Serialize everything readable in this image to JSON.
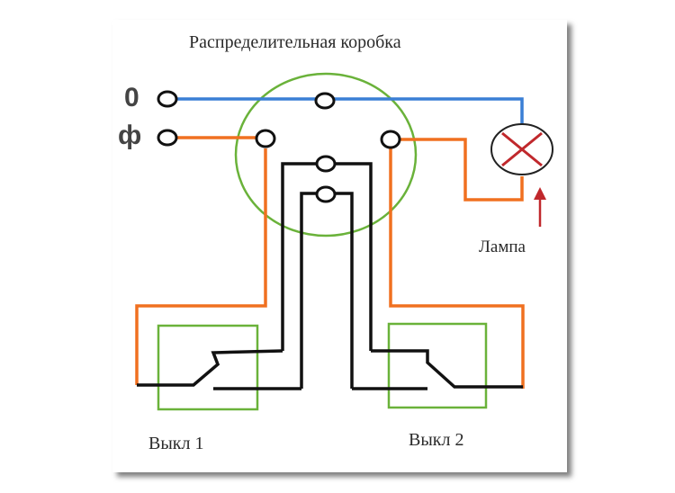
{
  "title": "Распределительная коробка",
  "terminals": {
    "neutral": "0",
    "phase": "ф"
  },
  "lamp_label": "Лампа",
  "switches": [
    "Выкл 1",
    "Выкл 2"
  ],
  "colors": {
    "neutral_wire": "#3a7fd5",
    "phase_wire": "#f07020",
    "switch_wire": "#111111",
    "box": "#6ab23a",
    "lamp_cross": "#c0282c",
    "arrow": "#c0282c"
  }
}
